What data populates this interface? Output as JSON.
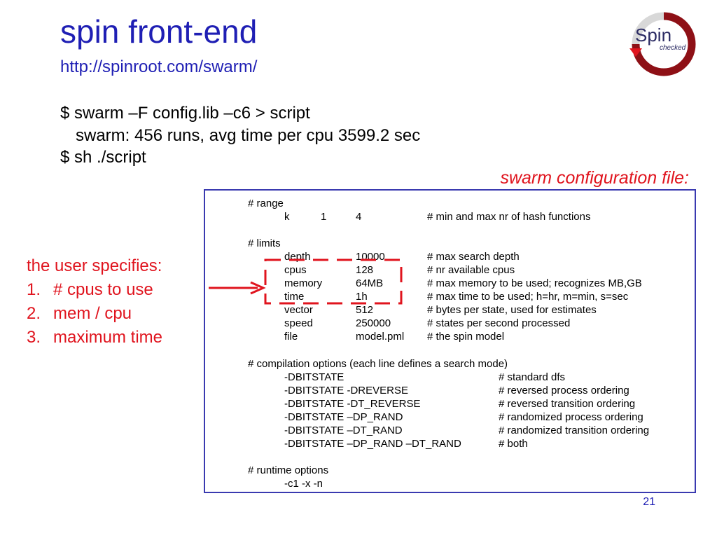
{
  "slide": {
    "title": "spin front-end",
    "url": "http://spinroot.com/swarm/",
    "commands": [
      "$ swarm –F config.lib –c6 > script",
      "swarm: 456 runs, avg time per cpu 3599.2 sec",
      "$ sh ./script"
    ],
    "config_label": "swarm configuration file:",
    "page_number": "21"
  },
  "logo": {
    "text_main": "Spin",
    "text_sub": "checked"
  },
  "config": {
    "range_header": "# range",
    "range_row": [
      "k",
      "1",
      "4",
      "# min and max nr of hash functions"
    ],
    "limits_header": "# limits",
    "limits": [
      [
        "depth",
        "10000",
        "# max search depth"
      ],
      [
        "cpus",
        "128",
        "# nr available cpus"
      ],
      [
        "memory",
        "64MB",
        "# max memory to be used; recognizes MB,GB"
      ],
      [
        "time",
        "1h",
        "# max time to be used; h=hr, m=min, s=sec"
      ],
      [
        "vector",
        "512",
        "# bytes per state, used for estimates"
      ],
      [
        "speed",
        "250000",
        "# states per second processed"
      ],
      [
        "file",
        "model.pml",
        "# the spin model"
      ]
    ],
    "compile_header": "# compilation options (each line defines a search mode)",
    "compile": [
      [
        "-DBITSTATE",
        "# standard dfs"
      ],
      [
        "-DBITSTATE -DREVERSE",
        "# reversed process ordering"
      ],
      [
        "-DBITSTATE -DT_REVERSE",
        "# reversed transition ordering"
      ],
      [
        "-DBITSTATE –DP_RAND",
        "# randomized process ordering"
      ],
      [
        "-DBITSTATE –DT_RAND",
        "# randomized transition ordering"
      ],
      [
        "-DBITSTATE –DP_RAND –DT_RAND",
        "# both"
      ]
    ],
    "runtime_header": "# runtime options",
    "runtime": "-c1 -x -n"
  },
  "user": {
    "heading": "the user specifies:",
    "items": [
      {
        "num": "1.",
        "text": "# cpus to use"
      },
      {
        "num": "2.",
        "text": "mem / cpu"
      },
      {
        "num": "3.",
        "text": "maximum time"
      }
    ]
  },
  "colors": {
    "title": "#1f1fb4",
    "accent_red": "#e0141e",
    "box_border": "#3a3ab0"
  }
}
